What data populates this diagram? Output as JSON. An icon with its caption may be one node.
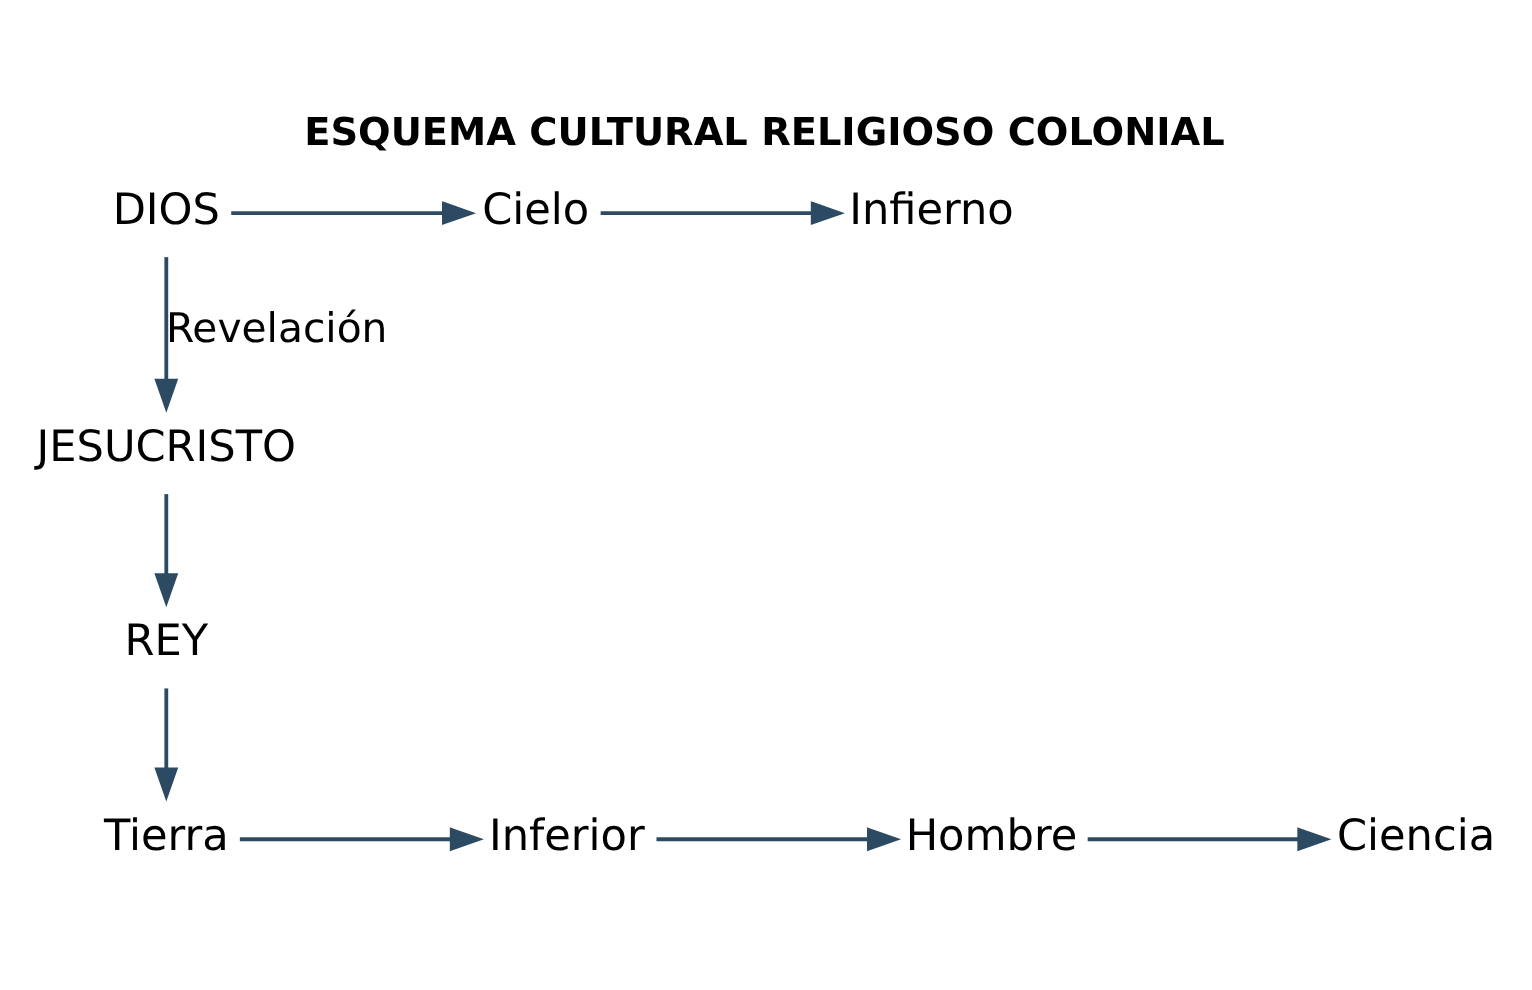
{
  "diagram": {
    "title": "ESQUEMA CULTURAL RELIGIOSO COLONIAL",
    "nodes": [
      {
        "text": [
          "DIOS"
        ]
      },
      {
        "text": [
          "Cielo"
        ]
      },
      {
        "text": [
          "Infierno"
        ]
      },
      {
        "text": [
          "JESUCRISTO"
        ]
      },
      {
        "text": [
          "REY"
        ]
      },
      {
        "text": [
          "Tierra"
        ]
      },
      {
        "text": [
          "Inferior"
        ]
      },
      {
        "text": [
          "Hombre"
        ]
      },
      {
        "text": [
          "Ciencia"
        ]
      }
    ],
    "edges": [
      {
        "from": 0,
        "to": 1,
        "arrow": "to"
      },
      {
        "from": 1,
        "to": 2,
        "arrow": "to"
      },
      {
        "from": 0,
        "to": 3,
        "arrow": "to",
        "label": "Revelación"
      },
      {
        "from": 3,
        "to": 4,
        "arrow": "to"
      },
      {
        "from": 4,
        "to": 5,
        "arrow": "to"
      },
      {
        "from": 5,
        "to": 6,
        "arrow": "to"
      },
      {
        "from": 6,
        "to": 7,
        "arrow": "to"
      },
      {
        "from": 7,
        "to": 8,
        "arrow": "to"
      }
    ]
  }
}
